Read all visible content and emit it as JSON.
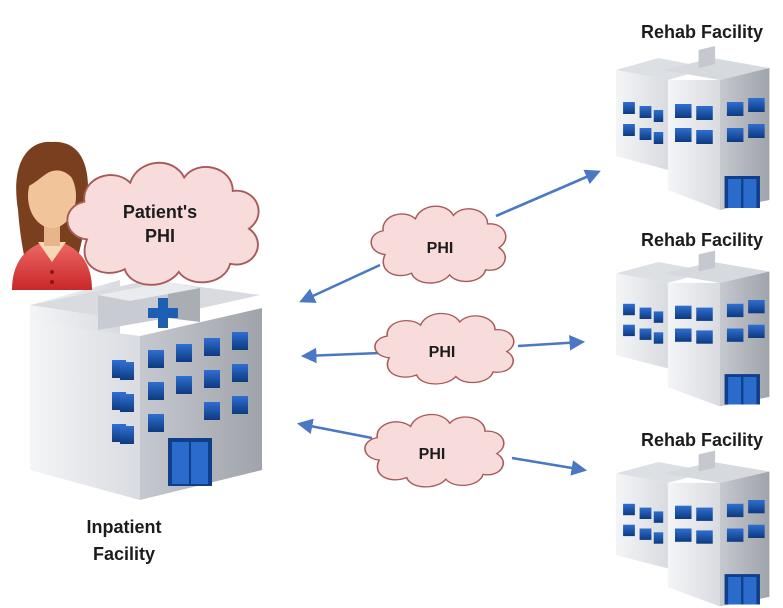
{
  "inpatient": {
    "label_line1": "Inpatient",
    "label_line2": "Facility"
  },
  "patient": {
    "cloud_line1": "Patient's",
    "cloud_line2": "PHI"
  },
  "flows": [
    {
      "label": "PHI"
    },
    {
      "label": "PHI"
    },
    {
      "label": "PHI"
    }
  ],
  "rehab": [
    {
      "label": "Rehab Facility"
    },
    {
      "label": "Rehab Facility"
    },
    {
      "label": "Rehab Facility"
    }
  ],
  "colors": {
    "cloud_fill": "#f8dcdc",
    "cloud_stroke": "#a85a5a",
    "arrow": "#4a78c2",
    "building_face": "#e6e8ec",
    "window": "#1a4f9e",
    "cross": "#1e5fb4"
  }
}
